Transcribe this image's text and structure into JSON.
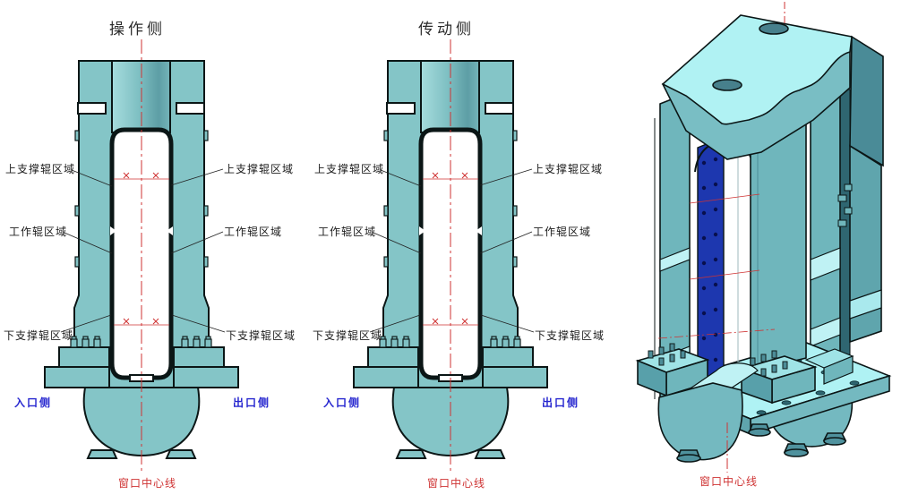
{
  "drawing": {
    "views": {
      "operator": {
        "title": "操作侧"
      },
      "drive": {
        "title": "传动侧"
      }
    },
    "labels": {
      "upper_backup_roll_area": "上支撑辊区域",
      "work_roll_area": "工作辊区域",
      "lower_backup_roll_area": "下支撑辊区域",
      "entry_side": "入口侧",
      "exit_side": "出口侧",
      "window_centerline": "窗口中心线"
    },
    "colors": {
      "body_teal": "#84c5c7",
      "iso_column_teal": "#6fb6bc",
      "iso_top_light": "#b0f2f3",
      "iso_side_dark": "#4a8b97",
      "blue_plate": "#1d37af",
      "outline": "#0b1616",
      "centerline_red": "#cf3333",
      "side_text_blue": "#2626cf"
    }
  }
}
